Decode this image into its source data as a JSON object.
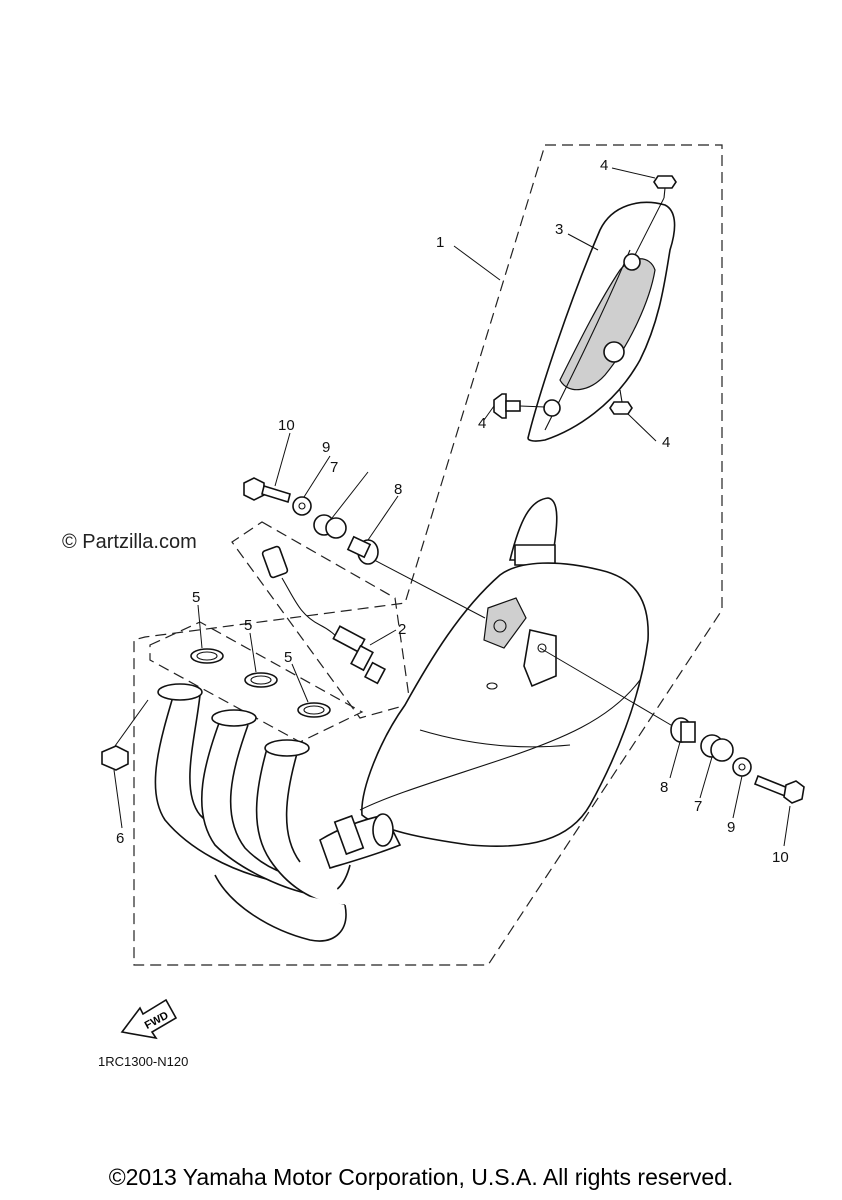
{
  "watermark": "© Partzilla.com",
  "diagram_code": "1RC1300-N120",
  "copyright": "©2013 Yamaha Motor Corporation, U.S.A. All rights reserved.",
  "fwd_label": "FWD",
  "callouts": {
    "c1": "1",
    "c2": "2",
    "c3": "3",
    "c4_top": "4",
    "c4_left": "4",
    "c4_right": "4",
    "c5_a": "5",
    "c5_b": "5",
    "c5_c": "5",
    "c6": "6",
    "c7_left": "7",
    "c7_right": "7",
    "c8_left": "8",
    "c8_right": "8",
    "c9_left": "9",
    "c9_right": "9",
    "c10_left": "10",
    "c10_right": "10"
  }
}
